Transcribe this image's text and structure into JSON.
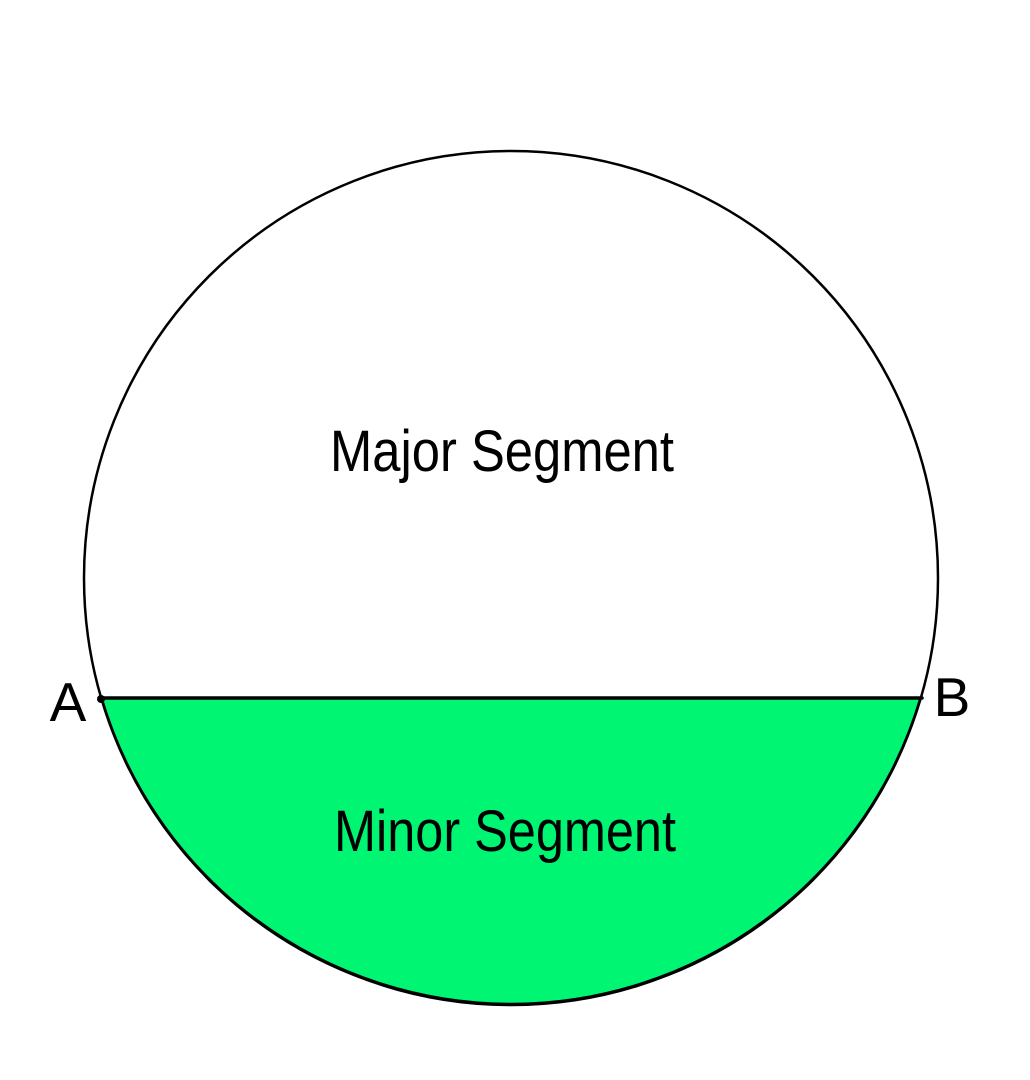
{
  "colors": {
    "background": "#ffffff",
    "outline": "#000000",
    "minor_segment_fill": "#00F573",
    "label_text": "#000000"
  },
  "labels": {
    "major_segment": "Major Segment",
    "minor_segment": "Minor Segment",
    "point_a": "A",
    "point_b": "B"
  }
}
